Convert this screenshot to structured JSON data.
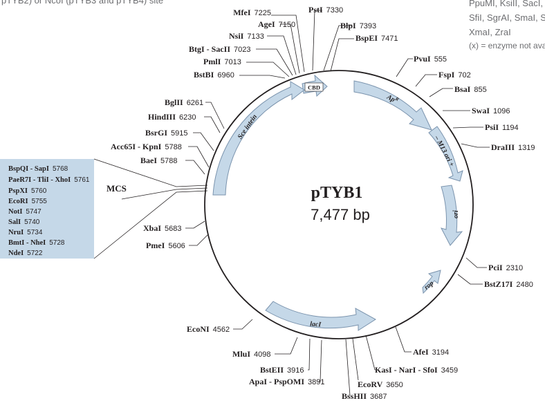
{
  "header": {
    "top_left": "pTYB2) or NcoI (pTYB3 and pTYB4) site",
    "right_lines": [
      "PpuMI, KsiII, SacI,",
      "SfiI, SgrAI, SmaI, S",
      "XmaI, ZraI",
      "(x) = enzyme not ava"
    ]
  },
  "plasmid": {
    "name": "pTYB1",
    "size": "7,477 bp",
    "total_bp": 7477
  },
  "features": [
    {
      "label": "CBD",
      "boxed": true
    },
    {
      "label": "Ap",
      "sup": "R"
    },
    {
      "label": "– M13 ori +"
    },
    {
      "label": "ori"
    },
    {
      "label": "rop"
    },
    {
      "label": "lacI"
    },
    {
      "label": "Sce intein"
    }
  ],
  "sites": [
    {
      "name": "MfeI",
      "pos": "7225"
    },
    {
      "name": "AgeI",
      "pos": "7150"
    },
    {
      "name": "NsiI",
      "pos": "7133"
    },
    {
      "name": "BtgI - SacII",
      "pos": "7023"
    },
    {
      "name": "PmlI",
      "pos": "7013"
    },
    {
      "name": "BstBI",
      "pos": "6960"
    },
    {
      "name": "PstI",
      "pos": "7330"
    },
    {
      "name": "BlpI",
      "pos": "7393"
    },
    {
      "name": "BspEI",
      "pos": "7471"
    },
    {
      "name": "PvuI",
      "pos": "555"
    },
    {
      "name": "FspI",
      "pos": "702"
    },
    {
      "name": "BsaI",
      "pos": "855"
    },
    {
      "name": "SwaI",
      "pos": "1096"
    },
    {
      "name": "PsiI",
      "pos": "1194"
    },
    {
      "name": "DraIII",
      "pos": "1319"
    },
    {
      "name": "PciI",
      "pos": "2310"
    },
    {
      "name": "BstZ17I",
      "pos": "2480"
    },
    {
      "name": "AfeI",
      "pos": "3194"
    },
    {
      "name": "KasI - NarI - SfoI",
      "pos": "3459"
    },
    {
      "name": "BssHII",
      "pos": "3687"
    },
    {
      "name": "EcoRV",
      "pos": "3650"
    },
    {
      "name": "ApaI - PspOMI",
      "pos": "3891"
    },
    {
      "name": "BstEII",
      "pos": "3916"
    },
    {
      "name": "MluI",
      "pos": "4098"
    },
    {
      "name": "EcoNI",
      "pos": "4562"
    },
    {
      "name": "PmeI",
      "pos": "5606"
    },
    {
      "name": "XbaI",
      "pos": "5683"
    },
    {
      "name": "BaeI",
      "pos": "5788"
    },
    {
      "name": "Acc65I - KpnI",
      "pos": "5788"
    },
    {
      "name": "BsrGI",
      "pos": "5915"
    },
    {
      "name": "HindIII",
      "pos": "6230"
    },
    {
      "name": "BglII",
      "pos": "6261"
    }
  ],
  "mcs": {
    "label": "MCS",
    "box_color": "#c5d8e8",
    "sites": [
      {
        "name": "BspQI - SapI",
        "pos": "5768"
      },
      {
        "name": "PaeR7I - TliI - XhoI",
        "pos": "5761"
      },
      {
        "name": "PspXI",
        "pos": "5760"
      },
      {
        "name": "EcoRI",
        "pos": "5755"
      },
      {
        "name": "NotI",
        "pos": "5747"
      },
      {
        "name": "SalI",
        "pos": "5740"
      },
      {
        "name": "NruI",
        "pos": "5734"
      },
      {
        "name": "BmtI - NheI",
        "pos": "5728"
      },
      {
        "name": "NdeI",
        "pos": "5722"
      }
    ]
  },
  "colors": {
    "feature_fill": "#c5d8e8",
    "feature_stroke": "#7a93ad",
    "circle": "#231f20"
  }
}
